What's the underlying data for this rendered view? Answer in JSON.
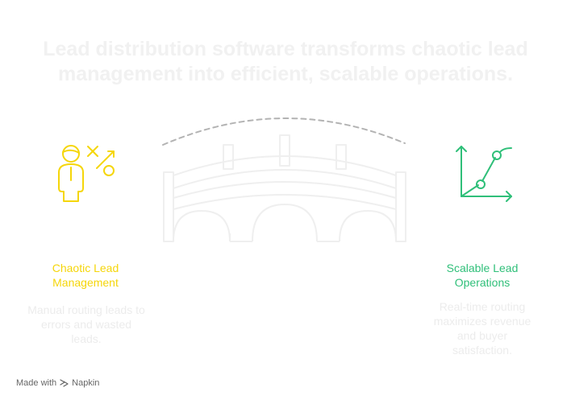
{
  "title": "Lead distribution software transforms chaotic lead management into efficient, scalable operations.",
  "left": {
    "label": "Chaotic Lead Management",
    "description": "Manual routing leads to errors and wasted leads.",
    "icon": "confused-person-icon"
  },
  "right": {
    "label": "Scalable Lead Operations",
    "description": "Real-time routing maximizes revenue and buyer satisfaction.",
    "icon": "growth-chart-icon"
  },
  "center": {
    "icon": "bridge-icon"
  },
  "footer": {
    "made_with": "Made with",
    "brand": "Napkin"
  },
  "colors": {
    "left_accent": "#f5d60a",
    "right_accent": "#2fbf79",
    "bridge": "#eeeeee",
    "arc": "#b3b3b3"
  }
}
